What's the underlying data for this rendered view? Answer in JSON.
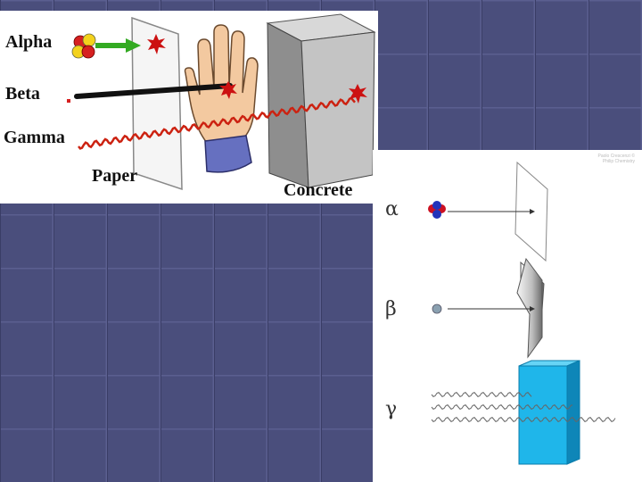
{
  "background": {
    "base": "#4a4e7c",
    "grid_light": "#5a5e8e",
    "grid_dark": "#3c3f6a"
  },
  "left_figure": {
    "labels": {
      "alpha": "Alpha",
      "beta": "Beta",
      "gamma": "Gamma",
      "paper": "Paper",
      "concrete": "Concrete"
    },
    "colors": {
      "alpha_arrow": "#33aa22",
      "gamma_wave": "#cc2211",
      "spark": "#cc1111",
      "sleeve": "#6670c0",
      "skin": "#f3c9a0"
    }
  },
  "right_figure": {
    "symbols": {
      "alpha": "α",
      "beta": "β",
      "gamma": "γ"
    },
    "credit": [
      "Paolo Crescenzi ©",
      "Philip Chemistry"
    ],
    "colors": {
      "block": "#1fb6ea",
      "block_top": "#66d4f6",
      "block_side": "#0e86b8",
      "alpha_red": "#cc1122",
      "alpha_blue": "#2233bb",
      "beta_dot": "#8aa0b0"
    }
  }
}
